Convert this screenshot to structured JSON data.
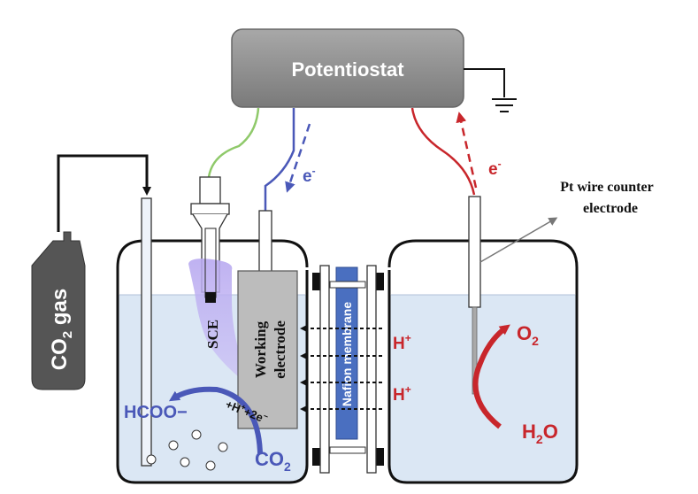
{
  "title": "",
  "potentiostat": {
    "label": "Potentiostat"
  },
  "gas_cylinder": {
    "label_main": "CO",
    "label_sub": "2",
    "label_suffix": " gas"
  },
  "electrodes": {
    "sce": "SCE",
    "working_line1": "Working",
    "working_line2": "electrode",
    "counter_line1": "Pt wire counter",
    "counter_line2": "electrode"
  },
  "membrane": {
    "label": "Nafion membrane"
  },
  "electrons": {
    "left": "e",
    "right": "e",
    "sup": "-"
  },
  "species": {
    "formate": "HCOO−",
    "co2_main": "CO",
    "co2_sub": "2",
    "proton_main": "H",
    "proton_sup": "+",
    "o2_main": "O",
    "o2_sub": "2",
    "h2o_main": "H",
    "h2o_sub": "2",
    "h2o_tail": "O",
    "reaction_part1": "+H",
    "reaction_sup": "+",
    "reaction_part2": "+2e",
    "reaction_sup2": "−"
  },
  "colors": {
    "wire_green": "#8fc96a",
    "wire_blue": "#4a58b8",
    "wire_red": "#c8262b",
    "electrolyte": "#dbe7f4",
    "potentiostat_fill": "#8c8c8c",
    "membrane_blue": "#4a6fc0",
    "sce_glow": "#b8a9f0"
  }
}
